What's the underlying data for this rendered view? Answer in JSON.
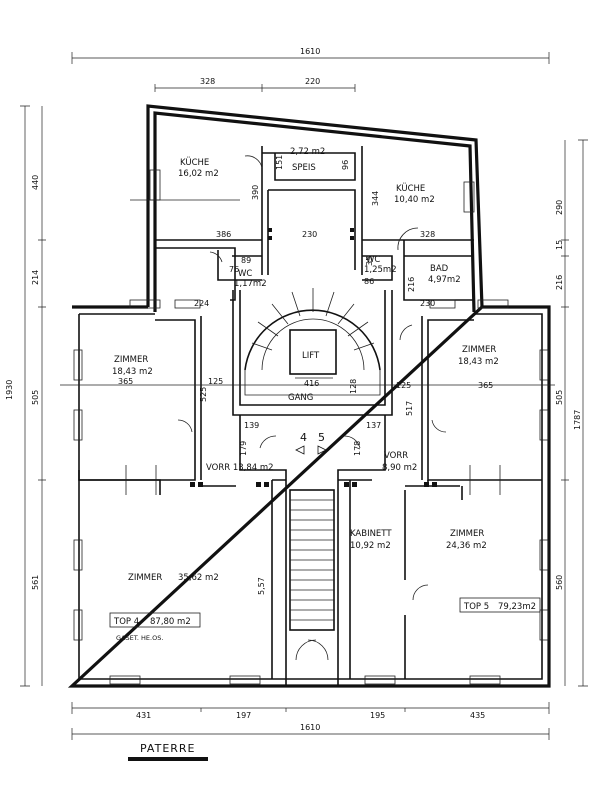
{
  "title": "PATERRE",
  "dims_top": {
    "total": "1610",
    "a": "328",
    "b": "220"
  },
  "dims_bottom": {
    "total": "1610",
    "a": "431",
    "b": "197",
    "c": "195",
    "d": "435"
  },
  "dims_left": {
    "total": "1930",
    "a": "440",
    "b": "214",
    "c": "505",
    "d": "561"
  },
  "dims_right": {
    "total": "1787",
    "a": "290",
    "b": "15",
    "c": "216",
    "d": "505",
    "e": "560"
  },
  "rooms": {
    "kueche_l": {
      "name": "KÜCHE",
      "area": "16,02 m2"
    },
    "speis": {
      "area": "2,72 m2",
      "name": "SPEIS"
    },
    "kueche_r": {
      "name": "KÜCHE",
      "area": "10,40 m2"
    },
    "wc_l": {
      "name": "WC",
      "area": "1,17m2"
    },
    "wc_r": {
      "name": "WC",
      "area": "1,25m2"
    },
    "bad": {
      "name": "BAD",
      "area": "4,97m2"
    },
    "lift": {
      "name": "LIFT"
    },
    "gang": {
      "name": "GANG"
    },
    "zimmer_l": {
      "name": "ZIMMER",
      "area": "18,43 m2"
    },
    "zimmer_r": {
      "name": "ZIMMER",
      "area": "18,43 m2"
    },
    "vorr_l": {
      "label": "VORR 13,84 m2"
    },
    "vorr_r": {
      "name": "VORR",
      "area": "8,90 m2"
    },
    "zimmer_big": {
      "name": "ZIMMER",
      "area": "35,62 m2"
    },
    "kabinett": {
      "name": "KABINETT",
      "area": "10,92 m2"
    },
    "zimmer_br": {
      "name": "ZIMMER",
      "area": "24,36 m2"
    }
  },
  "units": {
    "top4": {
      "label": "TOP 4",
      "area": "87,80 m2"
    },
    "top5": {
      "label": "TOP 5",
      "area": "79,23m2"
    },
    "top4_note": "GASET. HE.OS.",
    "door4": "4",
    "door5": "5"
  },
  "inner_dims": [
    "151",
    "96",
    "390",
    "344",
    "386",
    "230",
    "328",
    "89",
    "76",
    "35",
    "86",
    "216",
    "230",
    "224",
    "365",
    "125",
    "525",
    "416",
    "128",
    "125",
    "365",
    "517",
    "139",
    "137",
    "179",
    "178",
    "5,57"
  ]
}
